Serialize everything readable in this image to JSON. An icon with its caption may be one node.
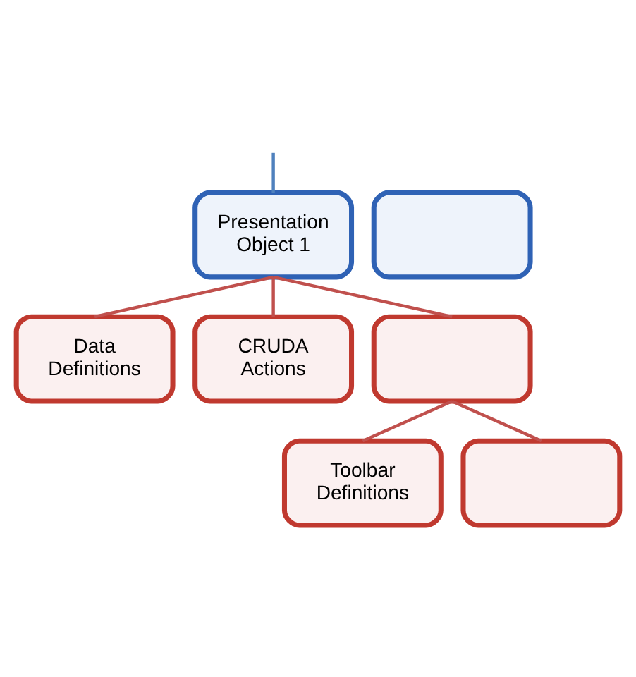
{
  "diagram": {
    "nodes": [
      {
        "text": [
          "Presentation Object 1"
        ]
      },
      {
        "text": [],
        "shape": "box"
      },
      {
        "text": [
          "Data Definitions"
        ]
      },
      {
        "text": [
          "CRUDA Actions"
        ]
      },
      {
        "text": [],
        "shape": "box"
      },
      {
        "text": [
          "Toolbar Definitions"
        ]
      },
      {
        "text": [],
        "shape": "box"
      }
    ],
    "edges": [
      {
        "from": null,
        "to": 0,
        "arrow": "none",
        "color": "#4f81bd"
      },
      {
        "from": 0,
        "to": 2,
        "arrow": "none"
      },
      {
        "from": 0,
        "to": 3,
        "arrow": "none"
      },
      {
        "from": 0,
        "to": 4,
        "arrow": "none"
      },
      {
        "from": 4,
        "to": 5,
        "arrow": "none"
      },
      {
        "from": 4,
        "to": 6,
        "arrow": "none"
      }
    ]
  }
}
